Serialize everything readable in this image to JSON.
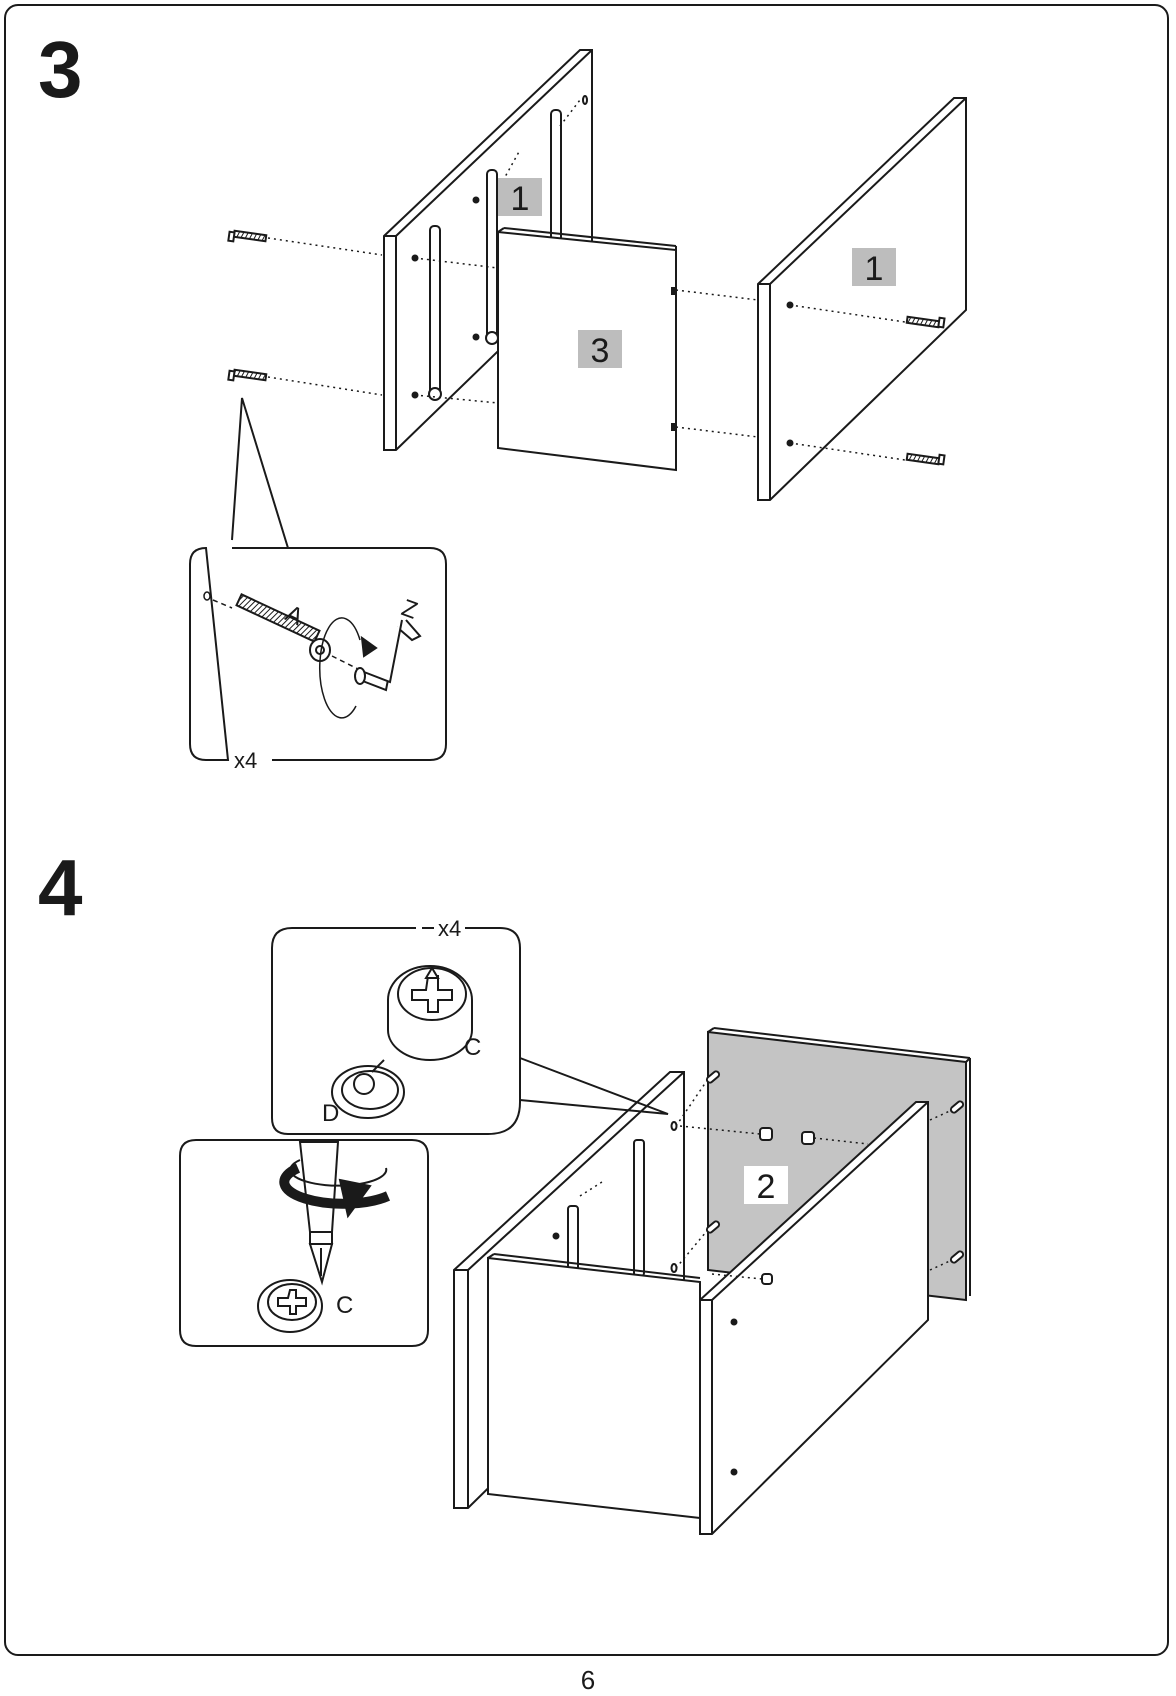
{
  "steps": [
    {
      "number": "3",
      "panels": [
        "1",
        "3",
        "1"
      ],
      "callout": {
        "part_screw": "A",
        "part_key": "Z",
        "quantity": "x4"
      }
    },
    {
      "number": "4",
      "panels": [
        "2"
      ],
      "callout_cam": {
        "part_cam": "C",
        "part_bolt": "D",
        "quantity": "x4"
      },
      "callout_driver": {
        "part_cam": "C"
      }
    }
  ],
  "page": {
    "number": "6"
  },
  "colors": {
    "ink": "#1a1a1a",
    "label_bg": "#bdbdbd",
    "panel_grey": "#c4c4c4"
  }
}
